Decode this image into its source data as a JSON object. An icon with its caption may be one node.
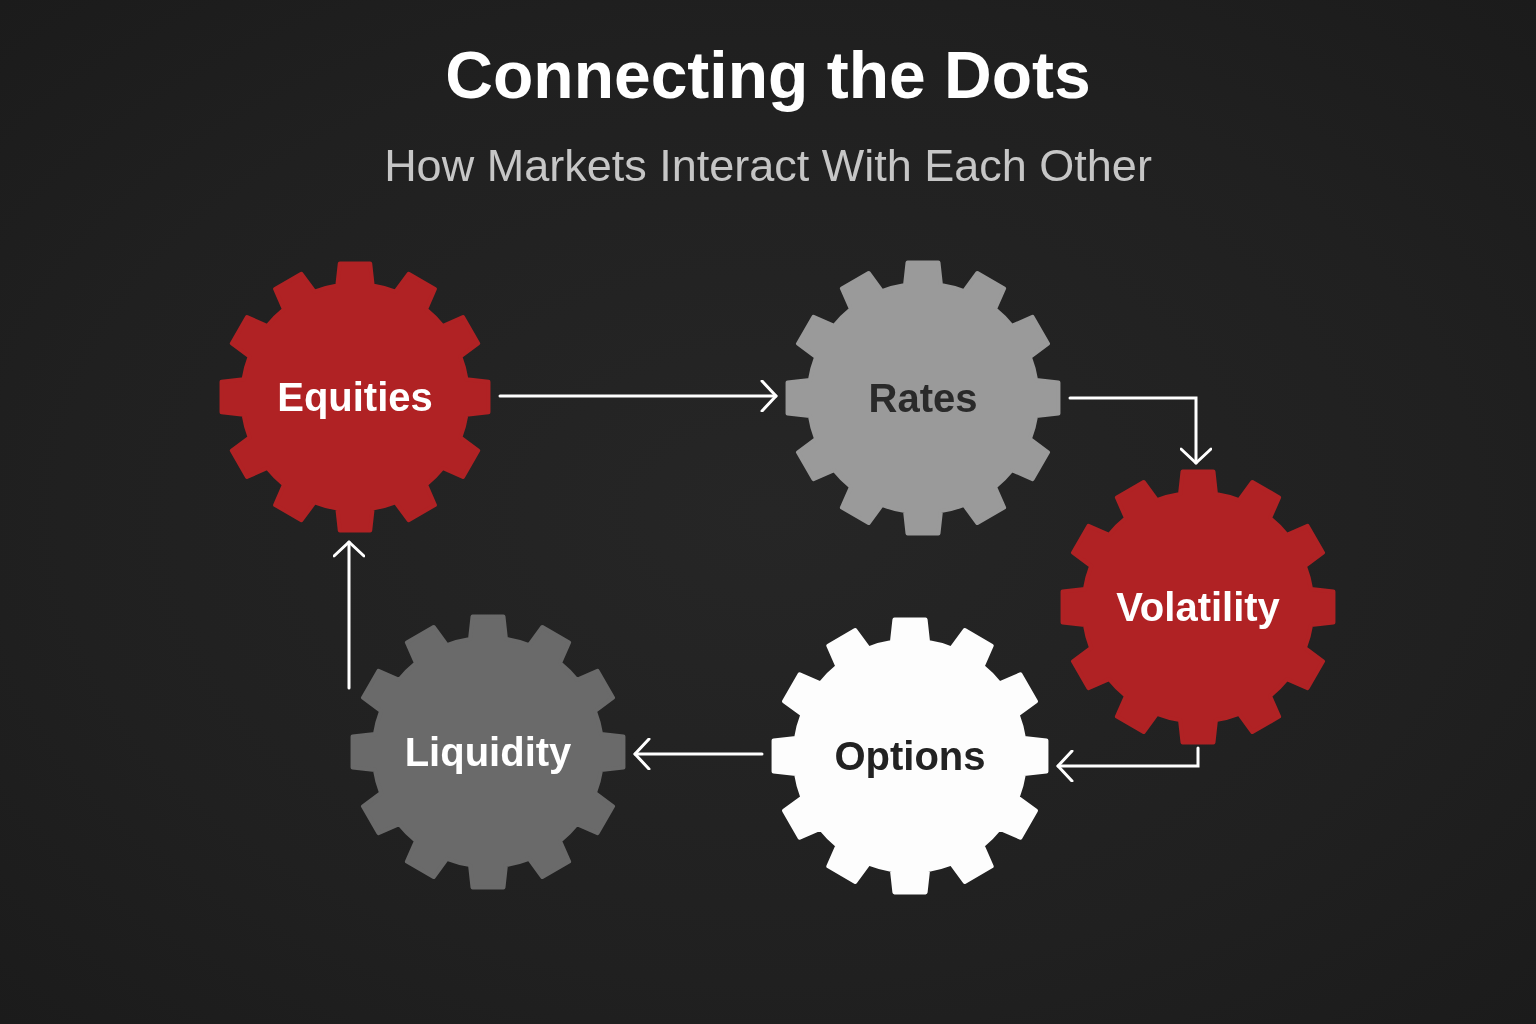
{
  "diagram": {
    "title": "Connecting the Dots",
    "nodes": [
      {
        "text": [
          "Equities"
        ]
      },
      {
        "text": [
          "Rates"
        ]
      },
      {
        "text": [
          "Volatility"
        ]
      },
      {
        "text": [
          "Options"
        ]
      },
      {
        "text": [
          "Liquidity"
        ]
      }
    ],
    "edges": [
      {
        "from": 0,
        "to": 1,
        "arrow": "to"
      },
      {
        "from": 1,
        "to": 2,
        "arrow": "to"
      },
      {
        "from": 2,
        "to": 3,
        "arrow": "to"
      },
      {
        "from": 3,
        "to": 4,
        "arrow": "to"
      },
      {
        "from": 4,
        "to": 0,
        "arrow": "to"
      }
    ],
    "labels": [
      "How Markets Interact With Each Other"
    ]
  }
}
